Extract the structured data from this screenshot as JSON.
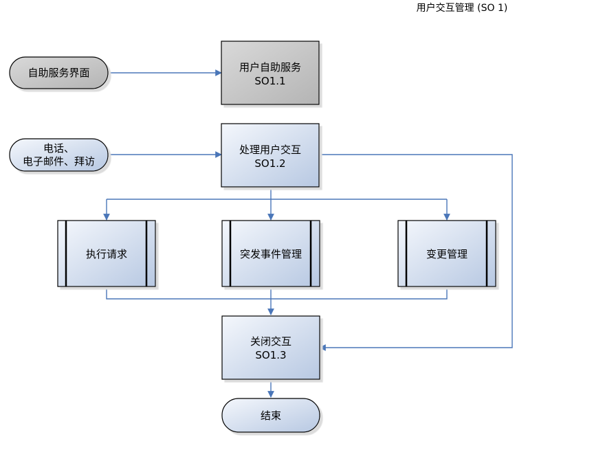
{
  "diagram": {
    "title": "用户交互管理 (SO 1)",
    "nodes": {
      "self_service_ui": "自助服务界面",
      "contact_line1": "电话、",
      "contact_line2": "电子邮件、拜访",
      "so1_1_line1": "用户自助服务",
      "so1_1_line2": "SO1.1",
      "so1_2_line1": "处理用户交互",
      "so1_2_line2": "SO1.2",
      "exec_request": "执行请求",
      "incident_mgmt": "突发事件管理",
      "change_mgmt": "变更管理",
      "so1_3_line1": "关闭交互",
      "so1_3_line2": "SO1.3",
      "end": "结束"
    },
    "colors": {
      "edge": "#4a76b8",
      "gray_fill": "#c8c8c8",
      "blue_light": "#f2f5fb",
      "blue_dark": "#b9c9e3"
    }
  }
}
